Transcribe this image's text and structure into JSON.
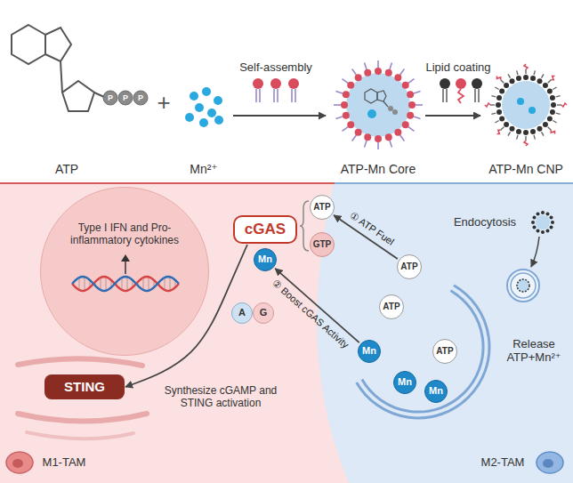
{
  "diagram": {
    "nodes": [
      {
        "text": [
          "Type I IFN and Pro-inflammatory cytokines"
        ]
      },
      {
        "text": [
          "cGAS"
        ]
      },
      {
        "text": [
          "ATP"
        ]
      },
      {
        "text": [
          "GTP"
        ]
      },
      {
        "text": [
          "Mn"
        ]
      },
      {
        "text": [
          "A"
        ]
      },
      {
        "text": [
          "G"
        ]
      },
      {
        "text": [
          "STING"
        ]
      },
      {
        "text": [
          "ATP"
        ]
      },
      {
        "text": [
          "ATP"
        ]
      },
      {
        "text": [
          "ATP"
        ]
      },
      {
        "text": [
          "Mn"
        ]
      },
      {
        "text": [
          "Mn"
        ]
      },
      {
        "text": [
          "Mn"
        ]
      }
    ],
    "edges": [
      {
        "from": 1,
        "to": 7,
        "arrow": "to"
      },
      {
        "from": 8,
        "to": 2,
        "arrow": "to",
        "label": "① ATP Fuel"
      },
      {
        "from": 11,
        "to": 4,
        "arrow": "to",
        "label": "② Boost cGAS Activity"
      }
    ],
    "labels": [
      "P",
      "P",
      "P",
      "+",
      "ATP",
      "Mn²⁺",
      "Self-assembly",
      "ATP-Mn Core",
      "Lipid coating",
      "ATP-Mn CNP",
      "Endocytosis",
      "Release ATP+Mn²⁺",
      "Synthesize cGAMP and STING activation",
      "M1-TAM",
      "M2-TAM"
    ]
  }
}
